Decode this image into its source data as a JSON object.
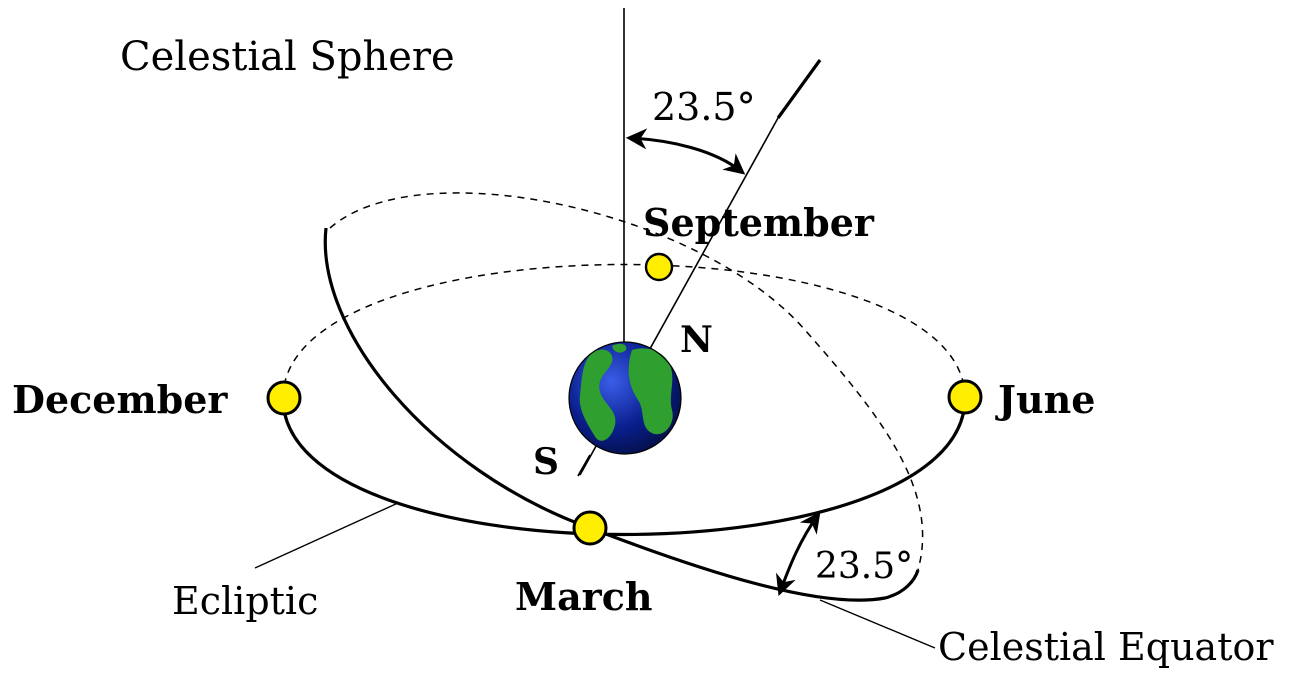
{
  "title": "Celestial Sphere",
  "axis_tilt_label": "23.5°",
  "pole_labels": {
    "north": "N",
    "south": "S"
  },
  "positions": {
    "september": "September",
    "december": "December",
    "june": "June",
    "march": "March"
  },
  "ecliptic_label": "Ecliptic",
  "equator_label": "Celestial Equator",
  "ecliptic_tilt_label": "23.5°",
  "colors": {
    "sun": "#ffee00",
    "earth_ocean": "#0a1f8f",
    "earth_land": "#2fa02f"
  }
}
